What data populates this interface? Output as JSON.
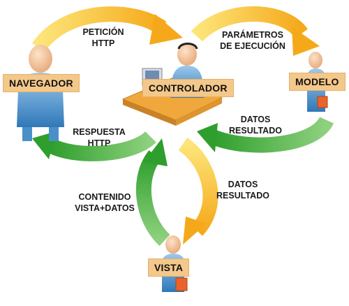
{
  "nodes": {
    "navegador": "NAVEGADOR",
    "controlador": "CONTROLADOR",
    "modelo": "MODELO",
    "vista": "VISTA"
  },
  "flows": {
    "peticion": {
      "line1": "PETICIÓN",
      "line2": "HTTP"
    },
    "parametros": {
      "line1": "PARÁMETROS",
      "line2": "DE EJECUCIÓN"
    },
    "datos_resultado_modelo": {
      "line1": "DATOS",
      "line2": "RESULTADO"
    },
    "respuesta": {
      "line1": "RESPUESTA",
      "line2": "HTTP"
    },
    "datos_resultado_vista": {
      "line1": "DATOS",
      "line2": "RESULTADO"
    },
    "contenido": {
      "line1": "CONTENIDO",
      "line2": "VISTA+DATOS"
    }
  },
  "colors": {
    "request_arrow": "#f6b21a",
    "response_arrow": "#3aaa35",
    "label_bg": "#f4c88a",
    "person_blue": "#4a90c8",
    "desk": "#e9a23b"
  },
  "icons": {
    "navegador": "user-person-icon",
    "controlador": "operator-at-desk-icon",
    "modelo": "person-with-briefcase-icon",
    "vista": "person-with-briefcase-icon"
  }
}
